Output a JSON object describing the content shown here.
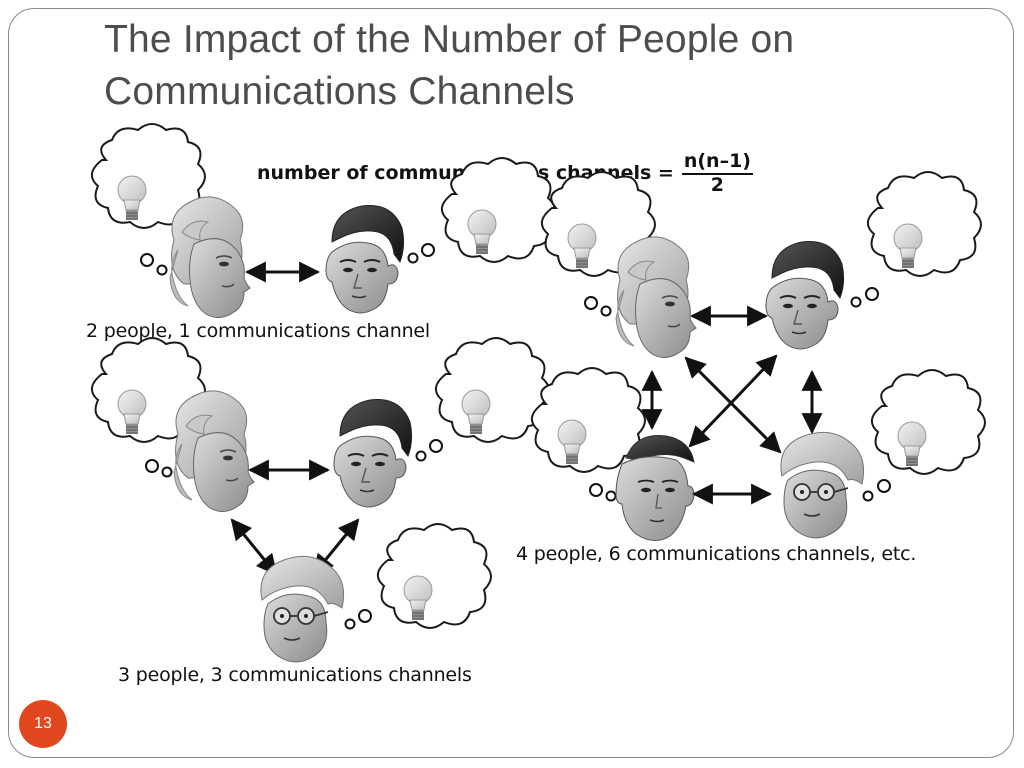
{
  "slide": {
    "title_line1": "The Impact of the Number of People on",
    "title_line2": "Communications Channels",
    "page_number": "13"
  },
  "formula": {
    "label": "number of communications channels =",
    "numerator": "n(n–1)",
    "denominator": "2"
  },
  "captions": {
    "two_people": "2 people, 1 communications channel",
    "three_people": "3 people, 3 communications channels",
    "four_people": "4 people, 6 communications channels, etc."
  },
  "colors": {
    "title": "#4d4d4d",
    "badge": "#e0471f",
    "frame": "#8a8a8a"
  }
}
